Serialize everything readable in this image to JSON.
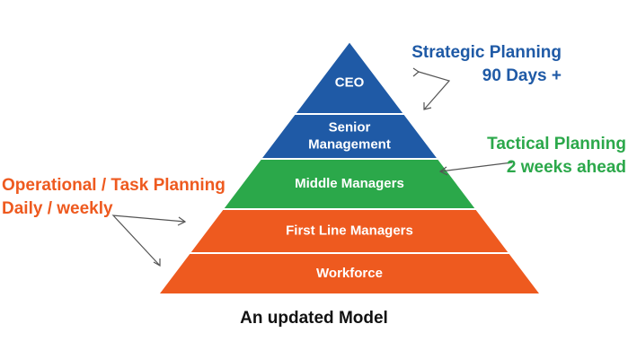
{
  "colors": {
    "blue": "#1f5aa6",
    "green": "#2ba84a",
    "orange": "#ee5a1f",
    "arrow": "#555555",
    "caption": "#111111"
  },
  "pyramid": {
    "tiers": [
      {
        "id": "ceo",
        "lines": [
          "CEO"
        ],
        "color": "blue"
      },
      {
        "id": "senior",
        "lines": [
          "Senior",
          "Management"
        ],
        "color": "blue"
      },
      {
        "id": "middle",
        "lines": [
          "Middle Managers"
        ],
        "color": "green"
      },
      {
        "id": "first-line",
        "lines": [
          "First Line Managers"
        ],
        "color": "orange"
      },
      {
        "id": "workforce",
        "lines": [
          "Workforce"
        ],
        "color": "orange"
      }
    ]
  },
  "annotations": {
    "strategic": {
      "line1": "Strategic Planning",
      "line2": "90 Days +",
      "color": "blue"
    },
    "tactical": {
      "line1": "Tactical Planning",
      "line2": "2 weeks ahead",
      "color": "green"
    },
    "operational": {
      "line1": "Operational / Task Planning",
      "line2": "Daily / weekly",
      "color": "orange"
    }
  },
  "caption": "An updated Model"
}
